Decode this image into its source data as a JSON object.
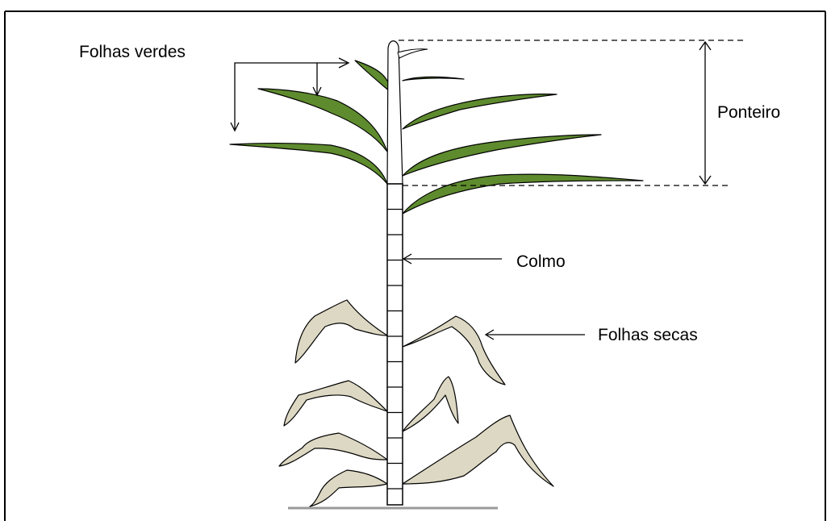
{
  "labels": {
    "green_leaves": "Folhas verdes",
    "top": "Ponteiro",
    "stalk": "Colmo",
    "dry_leaves": "Folhas secas"
  },
  "colors": {
    "green_leaf": "#5e8b2e",
    "dry_leaf": "#ddd8c3",
    "stalk": "#ffffff",
    "outline": "#000000",
    "ground": "#9a9a9a"
  }
}
